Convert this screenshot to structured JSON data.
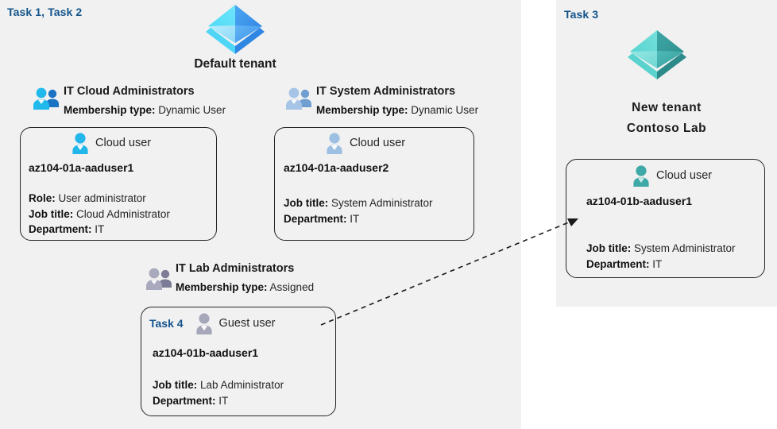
{
  "panels": {
    "left": {
      "task_label": "Task 1, Task 2"
    },
    "right": {
      "task_label": "Task 3"
    }
  },
  "colors": {
    "panel_bg": "#f1f1f1",
    "page_bg": "#ffffff",
    "task_label": "#14548c",
    "card_border": "#262626",
    "text": "#1a1a1a",
    "azure_tenant_blue": "#3d9bf0",
    "new_tenant_teal": "#3fb3b2",
    "icon_cyan": "#21b0e8",
    "icon_steel": "#9cbde0",
    "icon_gray": "#9a9aad"
  },
  "tenants": {
    "default": {
      "icon": "azure-ad-tenant-icon",
      "name": "Default tenant"
    },
    "new": {
      "icon": "azure-ad-tenant-icon",
      "line1": "New  tenant",
      "line2": "Contoso Lab"
    }
  },
  "groups": [
    {
      "id": "cloud-administrators",
      "icon": "group-users-icon",
      "title": "IT Cloud Administrators",
      "membership_key": "Membership type:",
      "membership_value": "Dynamic User"
    },
    {
      "id": "system-administrators",
      "icon": "group-users-icon",
      "title": "IT System Administrators",
      "membership_key": "Membership type:",
      "membership_value": "Dynamic User"
    },
    {
      "id": "lab-administrators",
      "icon": "group-users-icon",
      "title": "IT Lab Administrators",
      "membership_key": "Membership type:",
      "membership_value": "Assigned"
    }
  ],
  "cards": [
    {
      "id": "az104-01a-aaduser1",
      "task_badge": null,
      "icon": "cloud-user-icon",
      "user_type": "Cloud user",
      "username": "az104-01a-aaduser1",
      "attrs": [
        {
          "key": "Role:",
          "value": "User administrator"
        },
        {
          "key": "Job title:",
          "value": "Cloud Administrator"
        },
        {
          "key": "Department:",
          "value": "IT"
        }
      ]
    },
    {
      "id": "az104-01a-aaduser2",
      "task_badge": null,
      "icon": "cloud-user-icon",
      "user_type": "Cloud user",
      "username": "az104-01a-aaduser2",
      "attrs": [
        {
          "key": "Job title:",
          "value": "System Administrator"
        },
        {
          "key": "Department:",
          "value": "IT"
        }
      ]
    },
    {
      "id": "az104-01b-aaduser1-guest",
      "task_badge": "Task 4",
      "icon": "guest-user-icon",
      "user_type": "Guest user",
      "username": "az104-01b-aaduser1",
      "attrs": [
        {
          "key": "Job title:",
          "value": "Lab Administrator"
        },
        {
          "key": "Department:",
          "value": "IT"
        }
      ]
    },
    {
      "id": "az104-01b-aaduser1-cloud",
      "task_badge": null,
      "icon": "cloud-user-icon",
      "user_type": "Cloud user",
      "username": "az104-01b-aaduser1",
      "attrs": [
        {
          "key": "Job title:",
          "value": "System Administrator"
        },
        {
          "key": "Department:",
          "value": "IT"
        }
      ]
    }
  ],
  "connector": {
    "style": "dashed-arrow",
    "from": "guest-user-card",
    "to": "new-tenant-cloud-user-card"
  }
}
